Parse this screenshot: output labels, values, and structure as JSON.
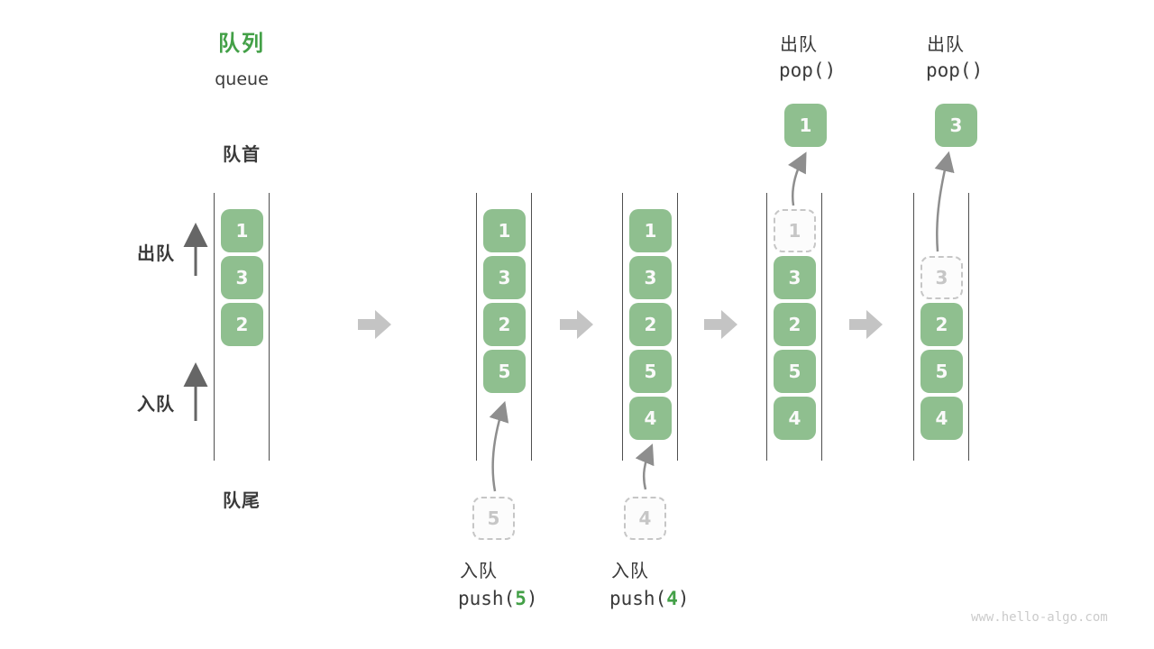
{
  "title": {
    "zh": "队列",
    "en": "queue"
  },
  "side_labels": {
    "front": "队首",
    "rear": "队尾",
    "dequeue": "出队",
    "enqueue": "入队"
  },
  "watermark": "www.hello-algo.com",
  "colors": {
    "item_green": "#8FBF8F",
    "accent_green": "#43A047",
    "text_dark": "#3A3A3A",
    "big_arrow_gray": "#C4C4C4",
    "thin_arrow_gray": "#666666",
    "curve_arrow_gray": "#8E8E8E",
    "dashed_gray": "#C6C6C6",
    "rail_gray": "#4F4F4F"
  },
  "states": [
    {
      "slots": [
        {
          "v": "1"
        },
        {
          "v": "3"
        },
        {
          "v": "2"
        }
      ]
    },
    {
      "slots": [
        {
          "v": "1"
        },
        {
          "v": "3"
        },
        {
          "v": "2"
        },
        {
          "v": "5"
        }
      ],
      "incoming": {
        "v": "5"
      },
      "op": {
        "label": "入队",
        "code_pre": "push(",
        "arg": "5",
        "code_post": ")"
      }
    },
    {
      "slots": [
        {
          "v": "1"
        },
        {
          "v": "3"
        },
        {
          "v": "2"
        },
        {
          "v": "5"
        },
        {
          "v": "4"
        }
      ],
      "incoming": {
        "v": "4"
      },
      "op": {
        "label": "入队",
        "code_pre": "push(",
        "arg": "4",
        "code_post": ")"
      }
    },
    {
      "slots": [
        {
          "v": "1",
          "dashed": true
        },
        {
          "v": "3"
        },
        {
          "v": "2"
        },
        {
          "v": "5"
        },
        {
          "v": "4"
        }
      ],
      "popped": {
        "v": "1"
      },
      "op": {
        "label": "出队",
        "code_pre": "pop(",
        "arg": "",
        "code_post": ")"
      }
    },
    {
      "slots": [
        {
          "v": "3",
          "dashed": true
        },
        {
          "v": "2"
        },
        {
          "v": "5"
        },
        {
          "v": "4"
        }
      ],
      "popped": {
        "v": "3"
      },
      "op": {
        "label": "出队",
        "code_pre": "pop(",
        "arg": "",
        "code_post": ")"
      }
    }
  ]
}
